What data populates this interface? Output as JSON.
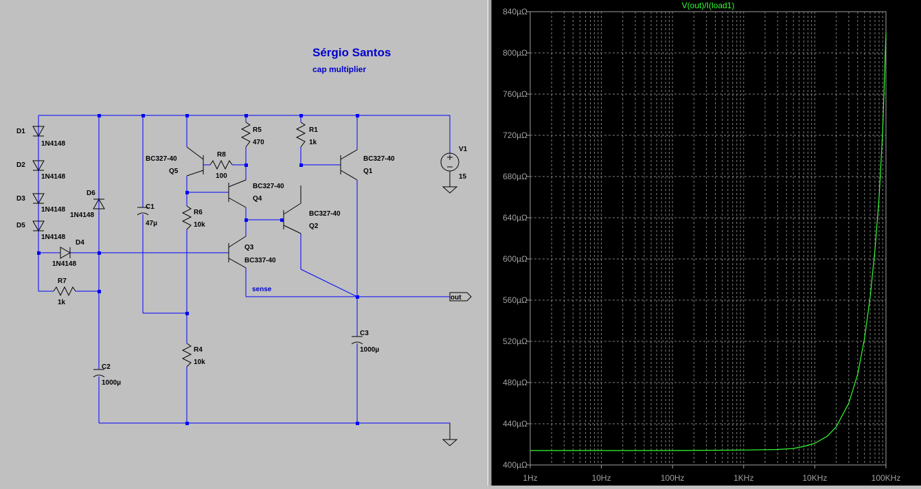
{
  "schematic": {
    "author": "Sérgio Santos",
    "subtitle": "cap multiplier",
    "net_sense": "sense",
    "net_out": "out",
    "components": [
      {
        "ref": "D1",
        "value": "1N4148"
      },
      {
        "ref": "D2",
        "value": "1N4148"
      },
      {
        "ref": "D3",
        "value": "1N4148"
      },
      {
        "ref": "D5",
        "value": "1N4148"
      },
      {
        "ref": "D4",
        "value": "1N4148"
      },
      {
        "ref": "D6",
        "value": "1N4148"
      },
      {
        "ref": "R7",
        "value": "1k"
      },
      {
        "ref": "C2",
        "value": "1000µ"
      },
      {
        "ref": "C1",
        "value": "47µ"
      },
      {
        "ref": "Q5",
        "value": "BC327-40"
      },
      {
        "ref": "R8",
        "value": "100"
      },
      {
        "ref": "R6",
        "value": "10k"
      },
      {
        "ref": "R4",
        "value": "10k"
      },
      {
        "ref": "R5",
        "value": "470"
      },
      {
        "ref": "Q4",
        "value": "BC327-40"
      },
      {
        "ref": "Q3",
        "value": "BC337-40"
      },
      {
        "ref": "R1",
        "value": "1k"
      },
      {
        "ref": "Q2",
        "value": "BC327-40"
      },
      {
        "ref": "Q1",
        "value": "BC327-40"
      },
      {
        "ref": "C3",
        "value": "1000µ"
      },
      {
        "ref": "V1",
        "value": "15"
      }
    ]
  },
  "chart_data": {
    "type": "line",
    "title": "V(out)/I(load1)",
    "xscale": "log",
    "xlim": [
      1,
      100000
    ],
    "ylim": [
      400,
      840
    ],
    "x_ticks": [
      "1Hz",
      "10Hz",
      "100Hz",
      "1KHz",
      "10KHz",
      "100KHz"
    ],
    "y_ticks": [
      "400µΩ",
      "440µΩ",
      "480µΩ",
      "520µΩ",
      "560µΩ",
      "600µΩ",
      "640µΩ",
      "680µΩ",
      "720µΩ",
      "760µΩ",
      "800µΩ",
      "840µΩ"
    ],
    "series": [
      {
        "name": "V(out)/I(load1)",
        "color": "#33ff33",
        "x": [
          1,
          10,
          100,
          1000,
          3000,
          5000,
          7000,
          10000,
          15000,
          20000,
          30000,
          40000,
          50000,
          60000,
          70000,
          80000,
          90000,
          100000
        ],
        "y": [
          414,
          414,
          414,
          414.5,
          415,
          416,
          418,
          421,
          428,
          437,
          460,
          488,
          523,
          563,
          609,
          660,
          725,
          820
        ]
      }
    ],
    "grid": true,
    "background": "#000000",
    "grid_color": "#808080"
  }
}
